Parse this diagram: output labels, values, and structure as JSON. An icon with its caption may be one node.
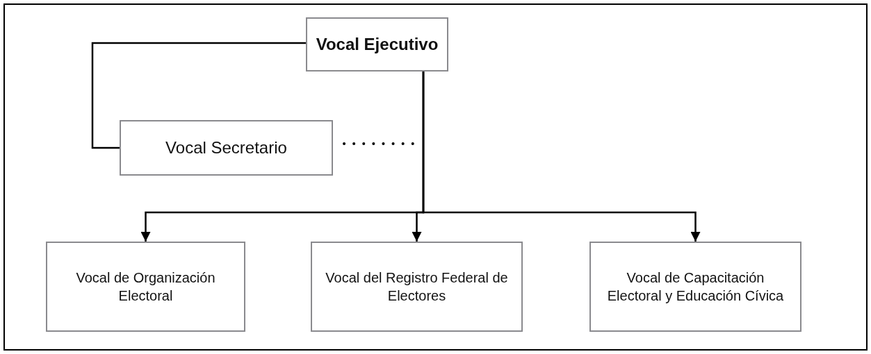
{
  "diagram": {
    "nodes": [
      {
        "text": [
          "Vocal Ejecutivo"
        ]
      },
      {
        "text": [
          "Vocal Secretario"
        ]
      },
      {
        "text": [
          "Vocal de Organización Electoral"
        ]
      },
      {
        "text": [
          "Vocal del Registro Federal de Electores"
        ]
      },
      {
        "text": [
          "Vocal de Capacitación Electoral y Educación Cívica"
        ]
      }
    ],
    "edges": [
      {
        "from": 0,
        "to": 1,
        "arrow": "none"
      },
      {
        "from": 1,
        "to": null,
        "arrow": "none",
        "style": "dashed"
      },
      {
        "from": 0,
        "to": 2,
        "arrow": "to"
      },
      {
        "from": 0,
        "to": 3,
        "arrow": "to"
      },
      {
        "from": 0,
        "to": 4,
        "arrow": "to"
      }
    ]
  }
}
